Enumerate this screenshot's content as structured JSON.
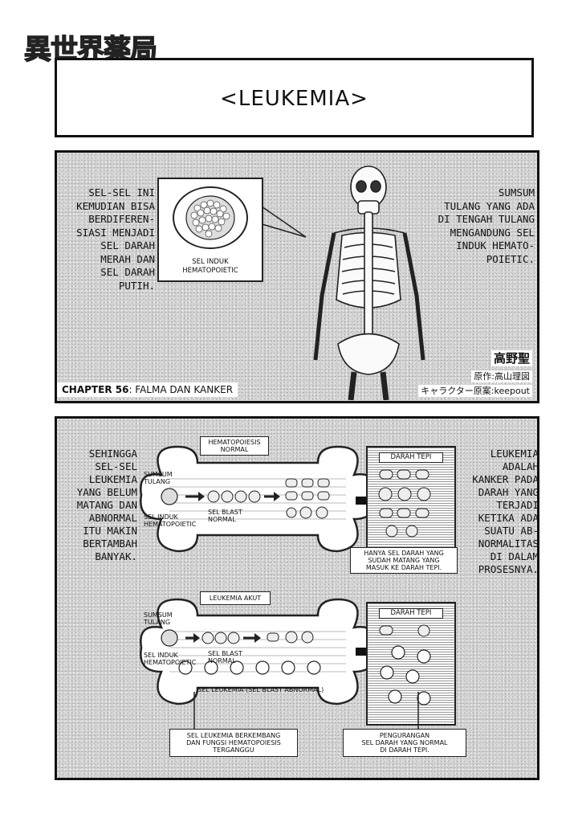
{
  "logo": "異世界薬局",
  "title": "<LEUKEMIA>",
  "panel1": {
    "left_text": [
      "SEL-SEL INI",
      "KEMUDIAN BISA",
      "BERDIFEREN-",
      "SIASI MENJADI",
      "SEL DARAH",
      "MERAH DAN",
      "SEL DARAH",
      "PUTIH."
    ],
    "right_text": [
      "SUMSUM",
      "TULANG YANG ADA",
      "DI TENGAH TULANG",
      "MENGANDUNG SEL",
      "INDUK HEMATO-",
      "POIETIC."
    ],
    "cell_label_1": "SEL INDUK",
    "cell_label_2": "HEMATOPOIETIC",
    "chapter_bold": "CHAPTER 56",
    "chapter_rest": ": FALMA DAN KANKER",
    "author": "高野聖",
    "original_label": "原作:",
    "original": "高山理図",
    "chara_label": "キャラクター原案:",
    "chara": "keepout"
  },
  "panel2": {
    "left_text": [
      "SEHINGGA",
      "SEL-SEL",
      "LEUKEMIA",
      "YANG BELUM",
      "MATANG DAN",
      "ABNORMAL",
      "ITU MAKIN",
      "BERTAMBAH",
      "BANYAK."
    ],
    "right_text": [
      "LEUKEMIA",
      "ADALAH",
      "KANKER PADA",
      "DARAH YANG",
      "TERJADI",
      "KETIKA ADA",
      "SUATU AB-",
      "NORMALITAS",
      "DI DALAM",
      "PROSESNYA."
    ],
    "top_diagram": {
      "header_1": "HEMATOPOIESIS",
      "header_2": "NORMAL",
      "marrow_1": "SUMSUM",
      "marrow_2": "TULANG",
      "stem_1": "SEL INDUK",
      "stem_2": "HEMATOPOIETIC",
      "blast_1": "SEL BLAST",
      "blast_2": "NORMAL",
      "blood": "DARAH TEPI",
      "note": [
        "HANYA SEL DARAH YANG",
        "SUDAH MATANG YANG",
        "MASUK KE DARAH TEPI."
      ]
    },
    "bottom_diagram": {
      "header": "LEUKEMIA AKUT",
      "marrow_1": "SUMSUM",
      "marrow_2": "TULANG",
      "stem_1": "SEL INDUK",
      "stem_2": "HEMATOPOIETIC",
      "blast_1": "SEL BLAST",
      "blast_2": "NORMAL",
      "leuk": "SEL LEUKEMIA (SEL BLAST ABNORMAL)",
      "blood": "DARAH TEPI",
      "note_left": [
        "SEL LEUKEMIA BERKEMBANG",
        "DAN FUNGSI HEMATOPOIESIS",
        "TERGANGGU"
      ],
      "note_right": [
        "PENGURANGAN",
        "SEL DARAH YANG NORMAL",
        "DI DARAH TEPI."
      ]
    }
  }
}
